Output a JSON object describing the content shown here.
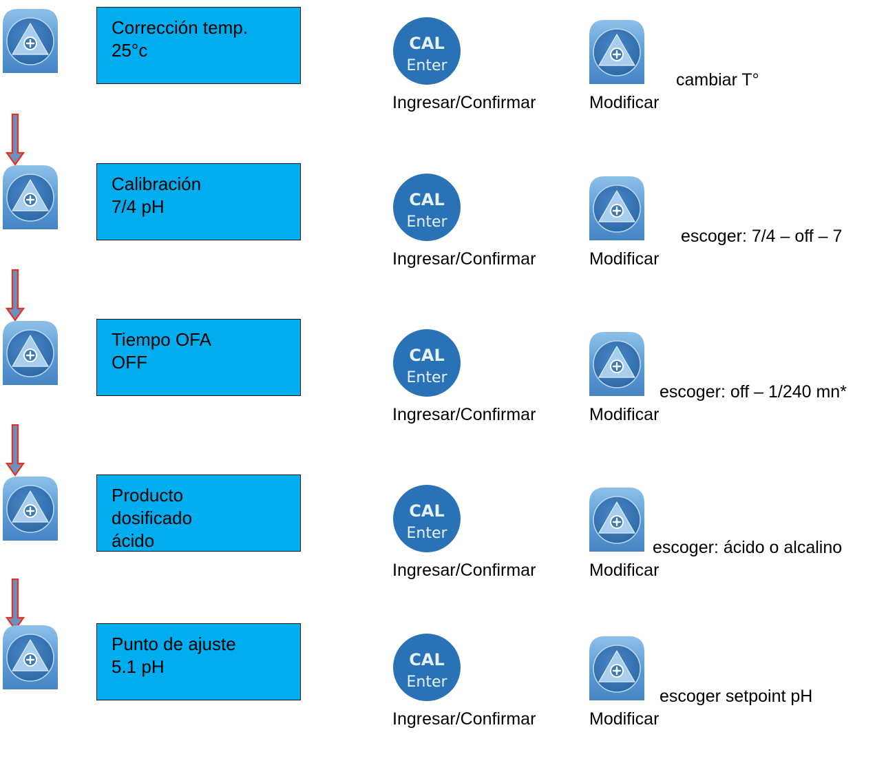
{
  "steps": [
    {
      "display_line1": "Corrección temp.",
      "display_line2": "25°c",
      "confirm_label": "Ingresar/Confirmar",
      "modify_label": "Modificar",
      "hint": "cambiar T°"
    },
    {
      "display_line1": "Calibración",
      "display_line2": "7/4 pH",
      "confirm_label": "Ingresar/Confirmar",
      "modify_label": "Modificar",
      "hint": "escoger: 7/4 – off – 7"
    },
    {
      "display_line1": "Tiempo OFA",
      "display_line2": "OFF",
      "confirm_label": "Ingresar/Confirmar",
      "modify_label": "Modificar",
      "hint": "escoger: off – 1/240 mn*"
    },
    {
      "display_line1": "Producto",
      "display_line2": "dosificado",
      "display_line3": "ácido",
      "confirm_label": "Ingresar/Confirmar",
      "modify_label": "Modificar",
      "hint": "escoger: ácido o alcalino"
    },
    {
      "display_line1": "Punto de ajuste",
      "display_line2": "5.1 pH",
      "confirm_label": "Ingresar/Confirmar",
      "modify_label": "Modificar",
      "hint": "escoger setpoint pH"
    }
  ],
  "cal_button": {
    "line1": "CAL",
    "line2": "Enter"
  },
  "icons": {
    "plus_button": "plus-triangle-button-icon",
    "cal_button": "cal-enter-button-icon",
    "arrow": "arrow-down-icon"
  },
  "colors": {
    "display_bg": "#00aeef",
    "button_blue": "#2a72b6",
    "arrow_fill": "#6b8fbf",
    "arrow_stroke": "#e8301c"
  }
}
